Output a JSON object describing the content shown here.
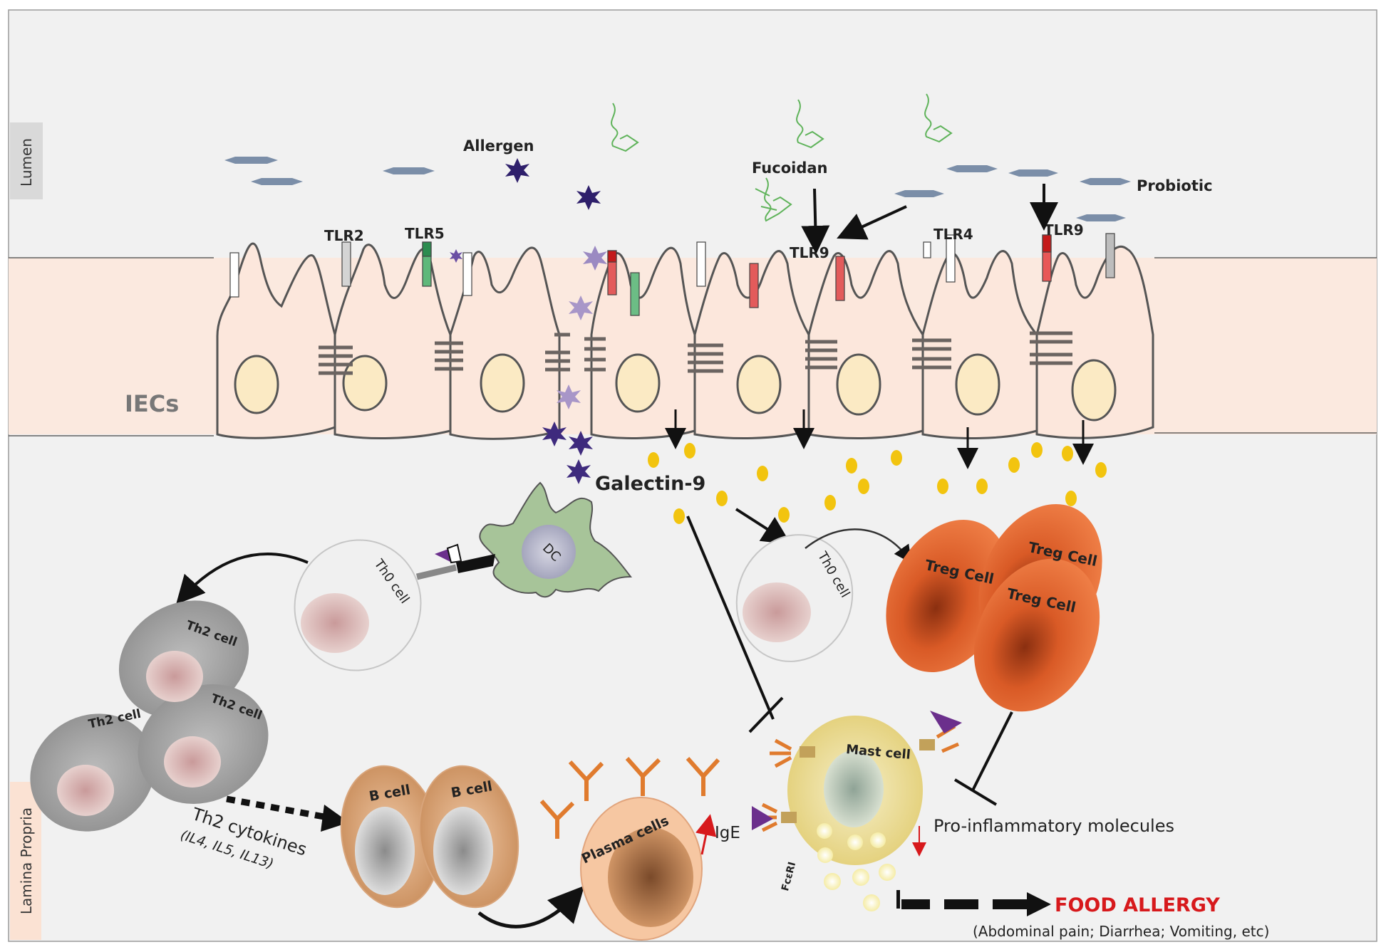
{
  "regions": {
    "lumen": "Lumen",
    "iecs": "IECs",
    "lamina_propria": "Lamina Propria"
  },
  "lumen_labels": {
    "allergen": "Allergen",
    "fucoidan": "Fucoidan",
    "probiotic": "Probiotic"
  },
  "receptors": [
    "TLR2",
    "TLR5",
    "TLR9",
    "TLR4",
    "TLR9"
  ],
  "mediator": "Galectin-9",
  "cells": {
    "dc": "DC",
    "th0_left": "Th0 cell",
    "th0_right": "Th0 cell",
    "th2": [
      "Th2 cell",
      "Th2 cell",
      "Th2 cell"
    ],
    "treg": [
      "Treg Cell",
      "Treg Cell",
      "Treg Cell"
    ],
    "b": [
      "B cell",
      "B cell"
    ],
    "plasma": "Plasma cells",
    "mast": "Mast cell"
  },
  "cytokines": {
    "title": "Th2 cytokines",
    "list": "(IL4, IL5, IL13)"
  },
  "ige": "IgE",
  "fceri": "FcεRI",
  "proinflammatory": "Pro-inflammatory molecules",
  "outcome": {
    "title": "FOOD ALLERGY",
    "symptoms": "(Abdominal pain; Diarrhea; Vomiting, etc)"
  },
  "colors": {
    "outcome_red": "#d7191c",
    "treg_orange": "#e8743f",
    "galectin_yellow": "#f2c40f",
    "dc_green": "#a4c195",
    "allergen_purple": "#3b2a6e"
  }
}
